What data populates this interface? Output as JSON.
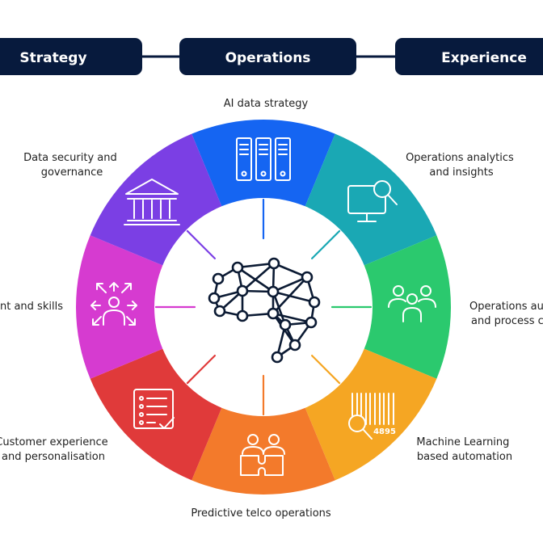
{
  "header": {
    "pillars": [
      {
        "label": "Strategy"
      },
      {
        "label": "Operations"
      },
      {
        "label": "Experience"
      }
    ],
    "pill_color": "#071a3d",
    "connector_color": "#071a3d"
  },
  "wheel": {
    "segments": [
      {
        "id": "ai-data-strategy",
        "color": "#1565f2",
        "icon": "server-rack-icon",
        "label_lines": [
          "AI data strategy"
        ]
      },
      {
        "id": "operations-analytics",
        "color": "#1aa8b4",
        "icon": "monitor-magnifier-icon",
        "label_lines": [
          "Operations analytics",
          "and insights"
        ]
      },
      {
        "id": "operations-automation",
        "color": "#2bc96e",
        "icon": "people-group-icon",
        "label_lines": [
          "Operations au",
          "and process ca"
        ]
      },
      {
        "id": "machine-learning",
        "color": "#f5a623",
        "icon": "barcode-magnifier-icon",
        "icon_text": "4895",
        "label_lines": [
          "Machine Learning",
          "based automation"
        ]
      },
      {
        "id": "predictive-telco",
        "color": "#f37a2b",
        "icon": "puzzle-people-icon",
        "label_lines": [
          "Predictive telco operations"
        ]
      },
      {
        "id": "customer-experience",
        "color": "#e03a3a",
        "icon": "checklist-icon",
        "label_lines": [
          "Customer experience",
          "and personalisation"
        ]
      },
      {
        "id": "talent-skills",
        "color": "#d63bd0",
        "icon": "person-arrows-icon",
        "label_lines": [
          "nt and skills"
        ]
      },
      {
        "id": "data-security",
        "color": "#7b3fe4",
        "icon": "institution-icon",
        "label_lines": [
          "Data security and",
          "governance"
        ]
      }
    ],
    "center_icon": "brain-network-icon"
  }
}
